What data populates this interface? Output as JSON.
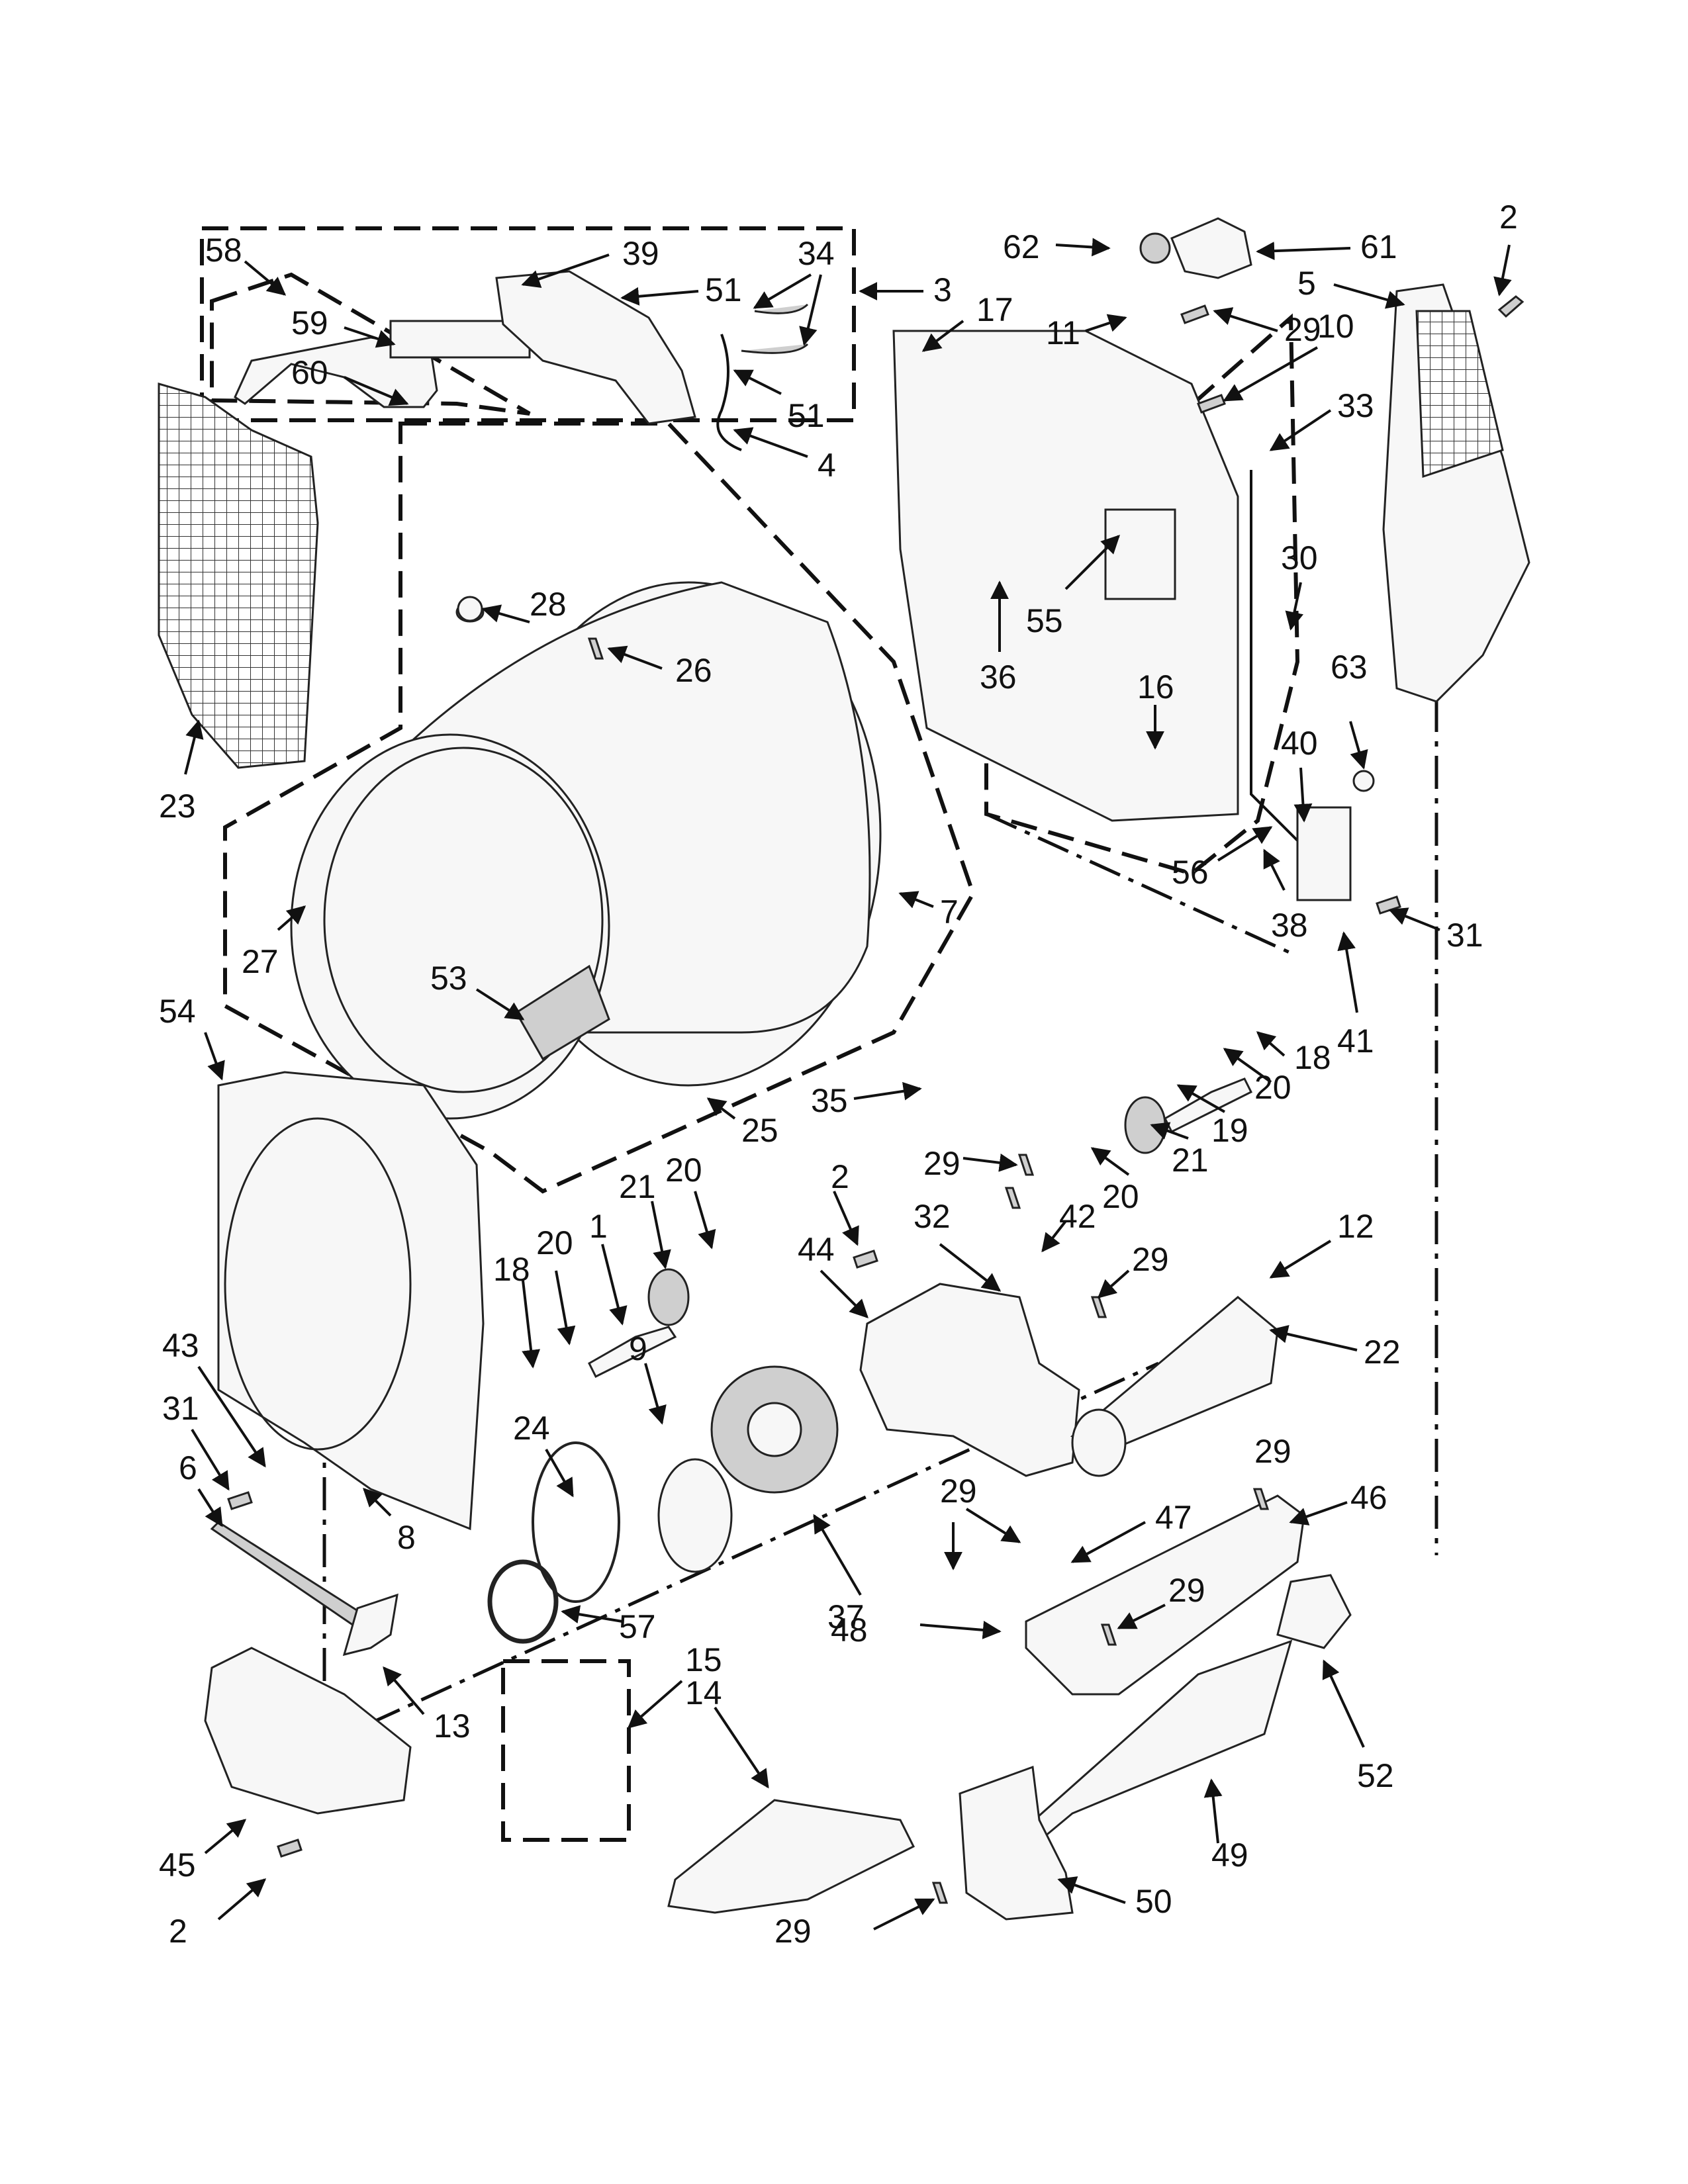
{
  "callouts": [
    {
      "id": "c58",
      "text": "58"
    },
    {
      "id": "c39",
      "text": "39"
    },
    {
      "id": "c34",
      "text": "34"
    },
    {
      "id": "c3",
      "text": "3"
    },
    {
      "id": "c59",
      "text": "59"
    },
    {
      "id": "c51a",
      "text": "51"
    },
    {
      "id": "c60",
      "text": "60"
    },
    {
      "id": "c51b",
      "text": "51"
    },
    {
      "id": "c4",
      "text": "4"
    },
    {
      "id": "c62",
      "text": "62"
    },
    {
      "id": "c61",
      "text": "61"
    },
    {
      "id": "c2a",
      "text": "2"
    },
    {
      "id": "c5",
      "text": "5"
    },
    {
      "id": "c17",
      "text": "17"
    },
    {
      "id": "c29a",
      "text": "29"
    },
    {
      "id": "c11",
      "text": "11"
    },
    {
      "id": "c10",
      "text": "10"
    },
    {
      "id": "c33",
      "text": "33"
    },
    {
      "id": "c30",
      "text": "30"
    },
    {
      "id": "c55",
      "text": "55"
    },
    {
      "id": "c36",
      "text": "36"
    },
    {
      "id": "c16",
      "text": "16"
    },
    {
      "id": "c63",
      "text": "63"
    },
    {
      "id": "c40",
      "text": "40"
    },
    {
      "id": "c56",
      "text": "56"
    },
    {
      "id": "c38",
      "text": "38"
    },
    {
      "id": "c31a",
      "text": "31"
    },
    {
      "id": "c41",
      "text": "41"
    },
    {
      "id": "c28",
      "text": "28"
    },
    {
      "id": "c26",
      "text": "26"
    },
    {
      "id": "c23",
      "text": "23"
    },
    {
      "id": "c7",
      "text": "7"
    },
    {
      "id": "c27",
      "text": "27"
    },
    {
      "id": "c53",
      "text": "53"
    },
    {
      "id": "c54",
      "text": "54"
    },
    {
      "id": "c25",
      "text": "25"
    },
    {
      "id": "c35",
      "text": "35"
    },
    {
      "id": "c18a",
      "text": "18"
    },
    {
      "id": "c20a",
      "text": "20"
    },
    {
      "id": "c19",
      "text": "19"
    },
    {
      "id": "c21a",
      "text": "21"
    },
    {
      "id": "c20b",
      "text": "20"
    },
    {
      "id": "c29b",
      "text": "29"
    },
    {
      "id": "c2b",
      "text": "2"
    },
    {
      "id": "c32",
      "text": "32"
    },
    {
      "id": "c42",
      "text": "42"
    },
    {
      "id": "c44",
      "text": "44"
    },
    {
      "id": "c29c",
      "text": "29"
    },
    {
      "id": "c12",
      "text": "12"
    },
    {
      "id": "c22",
      "text": "22"
    },
    {
      "id": "c1",
      "text": "1"
    },
    {
      "id": "c21b",
      "text": "21"
    },
    {
      "id": "c20c",
      "text": "20"
    },
    {
      "id": "c18b",
      "text": "18"
    },
    {
      "id": "c20d",
      "text": "20"
    },
    {
      "id": "c9",
      "text": "9"
    },
    {
      "id": "c43",
      "text": "43"
    },
    {
      "id": "c31b",
      "text": "31"
    },
    {
      "id": "c24",
      "text": "24"
    },
    {
      "id": "c6",
      "text": "6"
    },
    {
      "id": "c8",
      "text": "8"
    },
    {
      "id": "c37",
      "text": "37"
    },
    {
      "id": "c29d",
      "text": "29"
    },
    {
      "id": "c47",
      "text": "47"
    },
    {
      "id": "c29e",
      "text": "29"
    },
    {
      "id": "c46",
      "text": "46"
    },
    {
      "id": "c29f",
      "text": "29"
    },
    {
      "id": "c48",
      "text": "48"
    },
    {
      "id": "c57",
      "text": "57"
    },
    {
      "id": "c15",
      "text": "15"
    },
    {
      "id": "c14",
      "text": "14"
    },
    {
      "id": "c13",
      "text": "13"
    },
    {
      "id": "c52",
      "text": "52"
    },
    {
      "id": "c45",
      "text": "45"
    },
    {
      "id": "c49",
      "text": "49"
    },
    {
      "id": "c2c",
      "text": "2"
    },
    {
      "id": "c50",
      "text": "50"
    },
    {
      "id": "c29g",
      "text": "29"
    }
  ]
}
